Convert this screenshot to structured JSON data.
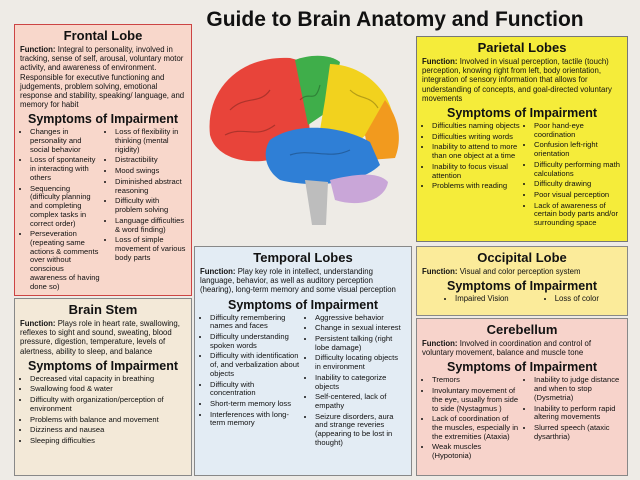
{
  "title": "Guide to Brain Anatomy and Function",
  "symptoms_heading": "Symptoms of Impairment",
  "function_label": "Function:",
  "frontal": {
    "name": "Frontal Lobe",
    "function": "Integral to personality, involved in tracking, sense of self, arousal, voluntary motor activity, and awareness of environment. Responsible for executive functioning and judgements, problem solving, emotional response and stability, speaking/ language, and memory for habit",
    "symptoms_left": [
      "Changes in personality and social behavior",
      "Loss of spontaneity in interacting with others",
      "Sequencing (difficulty planning and completing complex tasks in correct order)",
      "Perseveration (repeating same actions & comments over without conscious awareness of having done so)"
    ],
    "symptoms_right": [
      "Loss of flexibility in thinking (mental rigidity)",
      "Distractibility",
      "Mood swings",
      "Diminished abstract reasoning",
      "Difficulty with problem solving",
      "Language difficulties & word finding)",
      "Loss of simple movement of various body parts"
    ]
  },
  "parietal": {
    "name": "Parietal Lobes",
    "function": "Involved in visual perception, tactile (touch) perception, knowing right from left, body orientation, integration of sensory information that allows for understanding of concepts, and goal-directed voluntary movements",
    "symptoms_left": [
      "Difficulties naming objects",
      "Difficulties writing words",
      "Inability to attend to more than one object at a time",
      "Inability to focus visual attention",
      "Problems with reading"
    ],
    "symptoms_right": [
      "Poor hand-eye coordination",
      "Confusion left-right orientation",
      "Difficulty performing math calculations",
      "Difficulty drawing",
      "Poor visual perception",
      "Lack of awareness of certain body parts and/or surrounding space"
    ]
  },
  "temporal": {
    "name": "Temporal Lobes",
    "function": "Play key role in intellect, understanding language, behavior, as well as auditory perception (hearing), long-term memory and some visual perception",
    "symptoms_left": [
      "Difficulty remembering names and faces",
      "Difficulty understanding spoken words",
      "Difficulty with identification of, and verbalization about objects",
      "Difficulty with concentration",
      "Short-term memory loss",
      "Interferences with long-term memory"
    ],
    "symptoms_right": [
      "Aggressive behavior",
      "Change in sexual interest",
      "Persistent talking (right lobe damage)",
      "Difficulty locating objects in environment",
      "Inability to categorize objects",
      "Self-centered, lack of empathy",
      "Seizure disorders, aura and strange reveries (appearing to be lost in thought)"
    ]
  },
  "occipital": {
    "name": "Occipital Lobe",
    "function": "Visual and color perception system",
    "symptoms": [
      "Impaired Vision",
      "Loss of color"
    ]
  },
  "stem": {
    "name": "Brain Stem",
    "function": "Plays role in heart rate, swallowing, reflexes to sight and sound, sweating, blood pressure, digestion, temperature, levels of alertness, ability to sleep, and balance",
    "symptoms": [
      "Decreased vital capacity in breathing",
      "Swallowing food & water",
      "Difficulty with organization/perception of environment",
      "Problems with balance and movement",
      "Dizziness and nausea",
      "Sleeping difficulties"
    ]
  },
  "cerebellum": {
    "name": "Cerebellum",
    "function": "Involved in coordination and control of voluntary movement, balance and muscle tone",
    "symptoms_left": [
      "Tremors",
      "Involuntary movement of the eye, usually from side to side (Nystagmus )",
      "Lack of coordination of the muscles, especially in the extremities (Ataxia)",
      "Weak muscles (Hypotonia)"
    ],
    "symptoms_right": [
      "Inability to judge distance and when to stop (Dysmetria)",
      "Inability to perform rapid altering movements",
      "Slurred speech (ataxic dysarthria)"
    ]
  },
  "colors": {
    "frontal": "#e8443a",
    "parietal": "#f2d21e",
    "temporal": "#2f7fd6",
    "occipital": "#f29a1e",
    "cerebellum": "#c9a6d8",
    "stem": "#bdbdbd",
    "green": "#3fae4a"
  }
}
